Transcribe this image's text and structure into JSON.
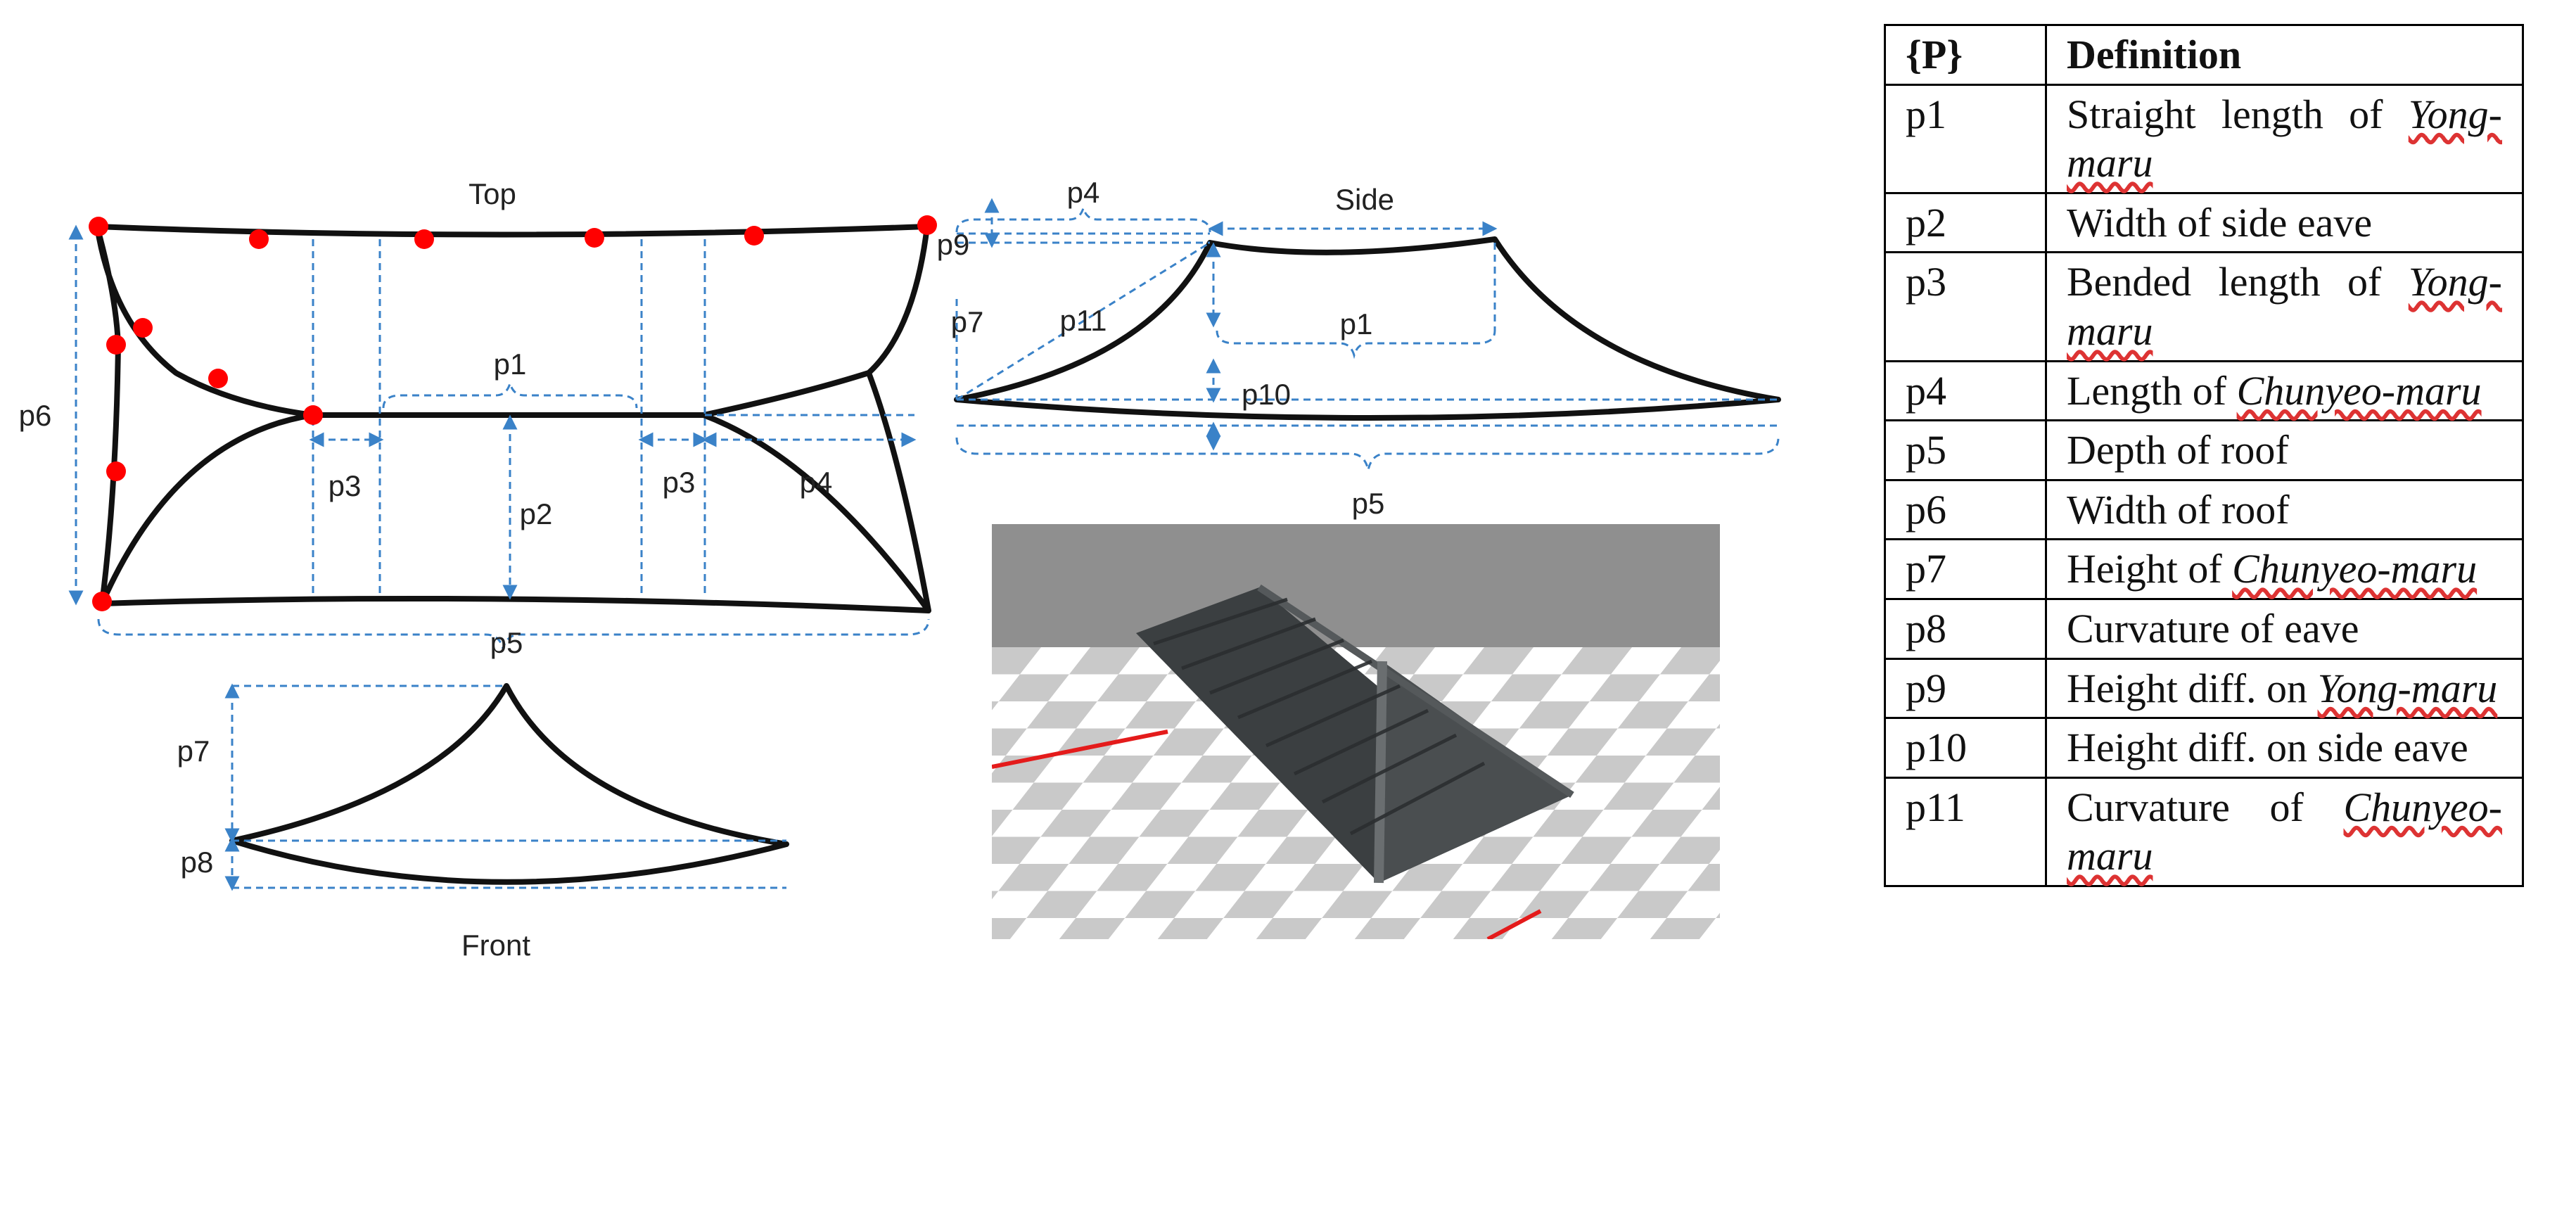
{
  "views": {
    "top": "Top",
    "side": "Side",
    "front": "Front"
  },
  "labels": {
    "top": {
      "p1": "p1",
      "p2": "p2",
      "p3a": "p3",
      "p3b": "p3",
      "p4": "p4",
      "p5": "p5",
      "p6": "p6"
    },
    "side": {
      "p1": "p1",
      "p4": "p4",
      "p5": "p5",
      "p7": "p7",
      "p9": "p9",
      "p10": "p10",
      "p11": "p11"
    },
    "front": {
      "p7": "p7",
      "p8": "p8"
    }
  },
  "table": {
    "headers": {
      "param": "{P}",
      "definition": "Definition"
    },
    "rows": [
      {
        "id": "p1",
        "pre": "Straight length of ",
        "term": "Yong-maru",
        "post": ""
      },
      {
        "id": "p2",
        "pre": "Width of side eave",
        "term": "",
        "post": ""
      },
      {
        "id": "p3",
        "pre": "Bended length of ",
        "term": "Yong-maru",
        "post": ""
      },
      {
        "id": "p4",
        "pre": "Length of ",
        "term": "Chunyeo-maru",
        "post": ""
      },
      {
        "id": "p5",
        "pre": "Depth of roof",
        "term": "",
        "post": ""
      },
      {
        "id": "p6",
        "pre": "Width of roof",
        "term": "",
        "post": ""
      },
      {
        "id": "p7",
        "pre": "Height of ",
        "term": "Chunyeo-maru",
        "post": ""
      },
      {
        "id": "p8",
        "pre": "Curvature of eave",
        "term": "",
        "post": ""
      },
      {
        "id": "p9",
        "pre": "Height diff. on ",
        "term": "Yong-maru",
        "post": ""
      },
      {
        "id": "p10",
        "pre": "Height diff. on side eave",
        "term": "",
        "post": ""
      },
      {
        "id": "p11",
        "pre": "Curvature of ",
        "term": "Chunyeo-maru",
        "post": ""
      }
    ]
  },
  "colors": {
    "outline": "#111111",
    "dimension": "#3a82c8",
    "control_point": "#ff0000",
    "render_background": "#8f8f8f",
    "roof": "#3b3f41"
  }
}
